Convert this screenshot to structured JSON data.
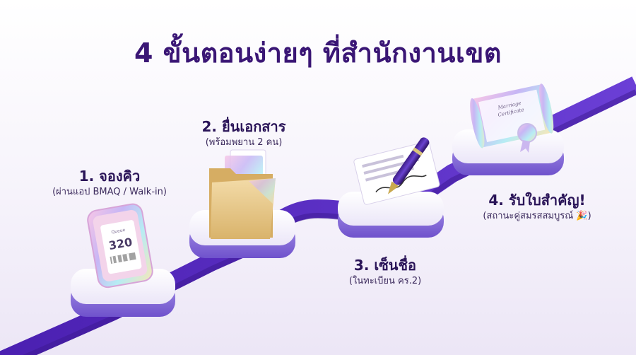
{
  "title": "4 ขั้นตอนง่ายๆ ที่สำนักงานเขต",
  "steps": [
    {
      "title": "1. จองคิว",
      "subtitle": "(ผ่านแอป BMAQ / Walk-in)"
    },
    {
      "title": "2. ยื่นเอกสาร",
      "subtitle": "(พร้อมพยาน 2 คน)"
    },
    {
      "title": "3. เซ็นชื่อ",
      "subtitle": "(ในทะเบียน คร.2)"
    },
    {
      "title": "4. รับใบสำคัญ!",
      "subtitle": "(สถานะคู่สมรสสมบูรณ์ 🎉)"
    }
  ],
  "phone": {
    "queue_label": "Queue",
    "queue_number": "320"
  },
  "certificate": {
    "line1": "Marriage",
    "line2": "Certificate"
  },
  "icons": [
    "queue-phone-icon",
    "folder-documents-icon",
    "pen-signing-icon",
    "marriage-certificate-icon"
  ],
  "colors": {
    "path": "#5b2bc4",
    "title": "#3a1675",
    "platform": "#f7f5fd",
    "platform_side": "#8e7ad9"
  }
}
